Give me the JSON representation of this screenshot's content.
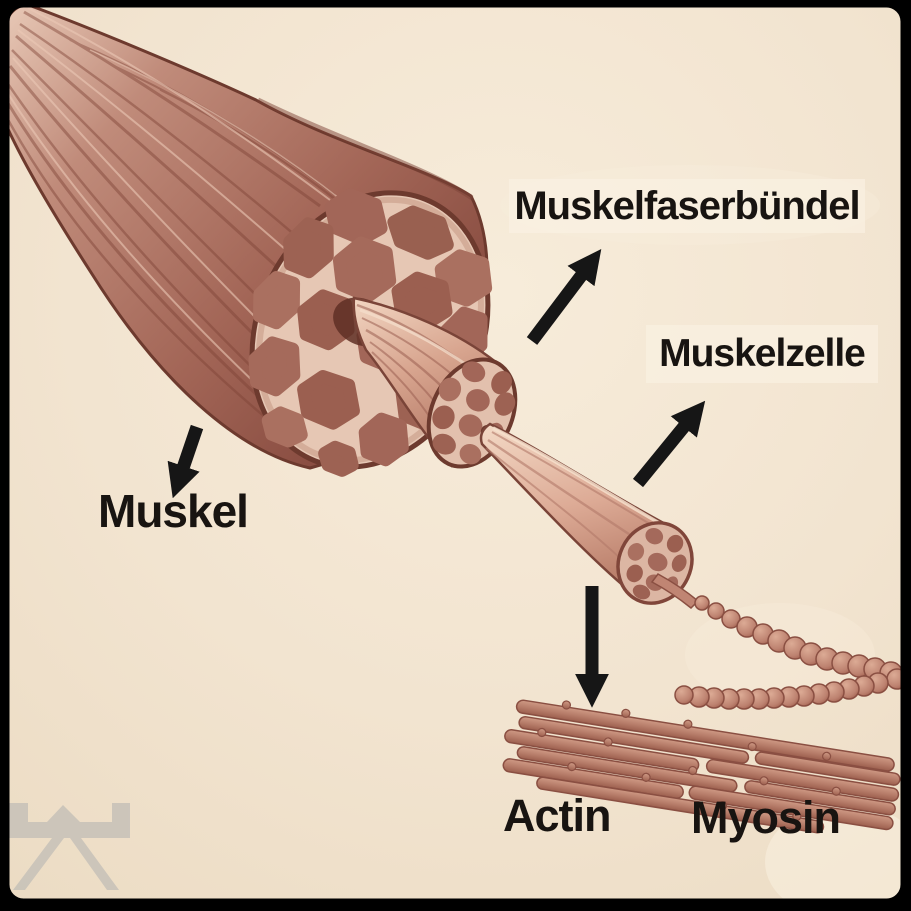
{
  "diagram": {
    "type": "anatomy-illustration",
    "labels": {
      "muscle": "Muskel",
      "muscle_fiber_bundle": "Muskelfaserbündel",
      "muscle_cell": "Muskelzelle",
      "actin": "Actin",
      "myosin": "Myosin"
    },
    "arrows": [
      {
        "name": "arrow-to-muskelfaserbuendel",
        "direction": "up-right",
        "points_to": "Muskelfaserbündel"
      },
      {
        "name": "arrow-to-muskelzelle",
        "direction": "up-right",
        "points_to": "Muskelzelle"
      },
      {
        "name": "arrow-to-muskel",
        "direction": "down-left",
        "points_to": "Muskel"
      },
      {
        "name": "arrow-to-filaments",
        "direction": "down",
        "points_to": "Actin / Myosin"
      }
    ],
    "colors": {
      "background": "#f3e6d3",
      "frame": "#000000",
      "text": "#181411",
      "arrow": "#161616",
      "muscle_base": "#a5685a",
      "muscle_highlight": "#ecd0bd",
      "muscle_outline": "#6d3a2e",
      "fascicle_fill": "#a26658",
      "cut_face_background": "#e6c7b4",
      "bead": "#c68d79",
      "filament_rod": "#b97f6d",
      "watermark": "#c8c2b9"
    }
  }
}
